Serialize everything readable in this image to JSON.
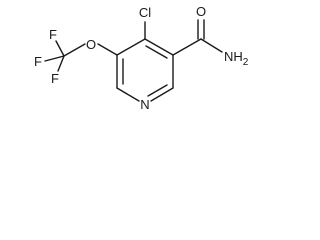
{
  "structure": {
    "atom_labels": {
      "cl": "Cl",
      "o_ether": "O",
      "o_carbonyl": "O",
      "nh2": "NH2",
      "n_ring": "N",
      "f_top": "F",
      "f_left": "F",
      "f_bottom": "F"
    },
    "nh2_text": "NH",
    "nh2_subscript": "2"
  },
  "colors": {
    "bond": "#1a1a1a",
    "text": "#1a1a1a",
    "background": "#ffffff"
  }
}
